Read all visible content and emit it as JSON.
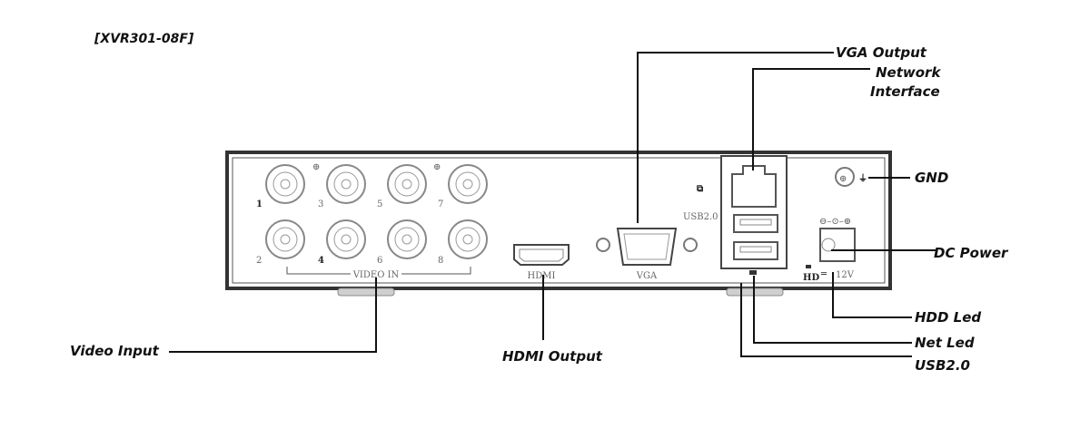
{
  "model": "[XVR301-08F]",
  "callouts": {
    "vga_output": "VGA Output",
    "network_interface_line1": "Network",
    "network_interface_line2": "Interface",
    "gnd": "GND",
    "dc_power": "DC Power",
    "hdd_led": "HDD Led",
    "net_led": "Net Led",
    "usb": "USB2.0",
    "hdmi_output": "HDMI Output",
    "video_input": "Video Input"
  },
  "panel": {
    "bnc_numbers_top": [
      "1",
      "3",
      "5",
      "7"
    ],
    "bnc_numbers_bottom": [
      "2",
      "4",
      "6",
      "8"
    ],
    "video_in": "VIDEO IN",
    "hdmi": "HDMI",
    "vga": "VGA",
    "usb": "USB2.0",
    "hd": "HD",
    "voltage": "12V"
  },
  "colors": {
    "ink": "#111111",
    "outline": "#555555"
  }
}
